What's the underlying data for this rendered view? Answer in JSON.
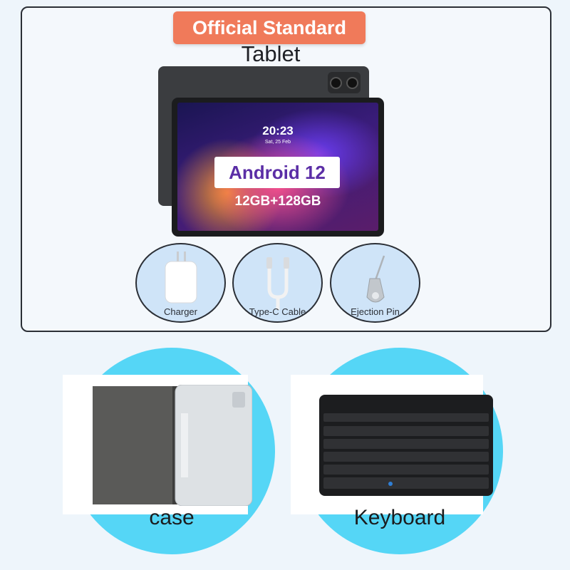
{
  "badge": {
    "text": "Official Standard",
    "color": "#f07a5a"
  },
  "main_product": {
    "label": "Tablet",
    "screen": {
      "time": "20:23",
      "date": "Sat, 25 Feb",
      "os": "Android 12",
      "spec": "12GB+128GB"
    }
  },
  "accessories": [
    {
      "label": "Charger",
      "icon": "charger-icon"
    },
    {
      "label": "Type-C Cable",
      "icon": "cable-icon"
    },
    {
      "label": "Ejection Pin",
      "icon": "ejection-pin-icon"
    }
  ],
  "extras": [
    {
      "label": "case",
      "icon": "case-icon"
    },
    {
      "label": "Keyboard",
      "icon": "keyboard-icon"
    }
  ],
  "colors": {
    "accent_circle": "#55d6f6",
    "accessory_circle": "#cfe4f8"
  }
}
